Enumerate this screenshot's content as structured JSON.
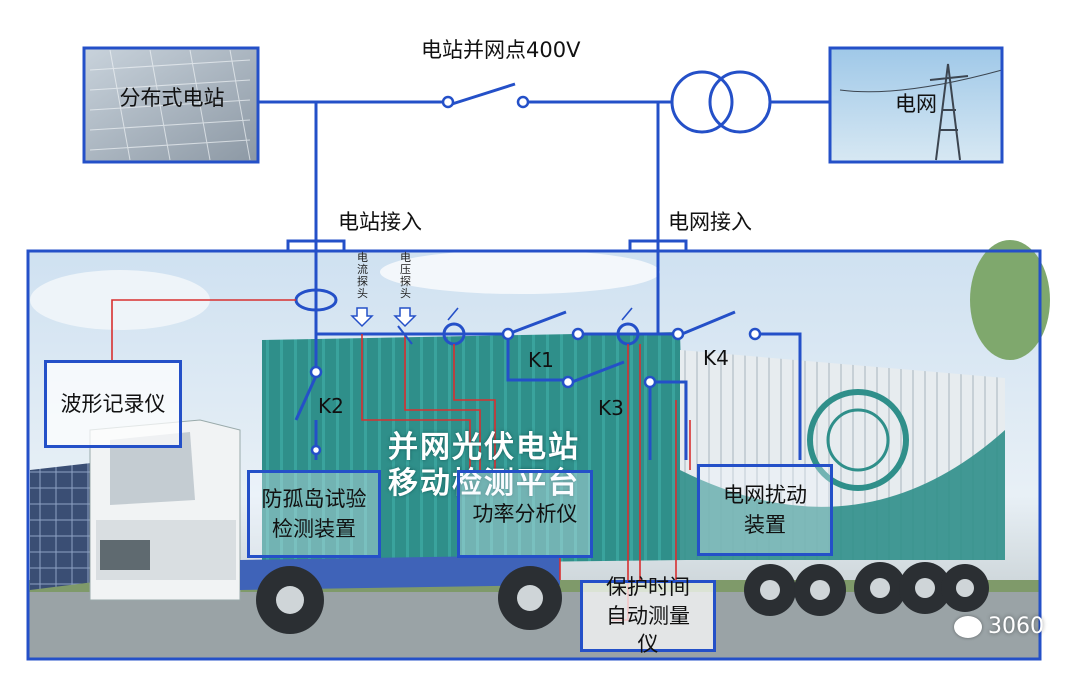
{
  "labels": {
    "grid_point": "电站并网点400V",
    "station_access": "电站接入",
    "grid_access": "电网接入",
    "current_probe": "电流探头",
    "voltage_probe": "电压探头",
    "k1": "K1",
    "k2": "K2",
    "k3": "K3",
    "k4": "K4"
  },
  "boxes": {
    "distributed_station": "分布式电站",
    "power_grid": "电网",
    "waveform_recorder": "波形记录仪",
    "anti_islanding": "防孤岛试验检测装置",
    "power_analyzer": "功率分析仪",
    "grid_disturbance": "电网扰动装置",
    "protection_timer": "保护时间自动测量仪"
  },
  "truck_title": "并网光伏电站移动检测平台",
  "watermark": "3060",
  "colors": {
    "line_blue": "#2450c8",
    "signal_red": "#d83030",
    "truck_teal": "#2f8f8a",
    "sky": "#dbe9f5"
  }
}
